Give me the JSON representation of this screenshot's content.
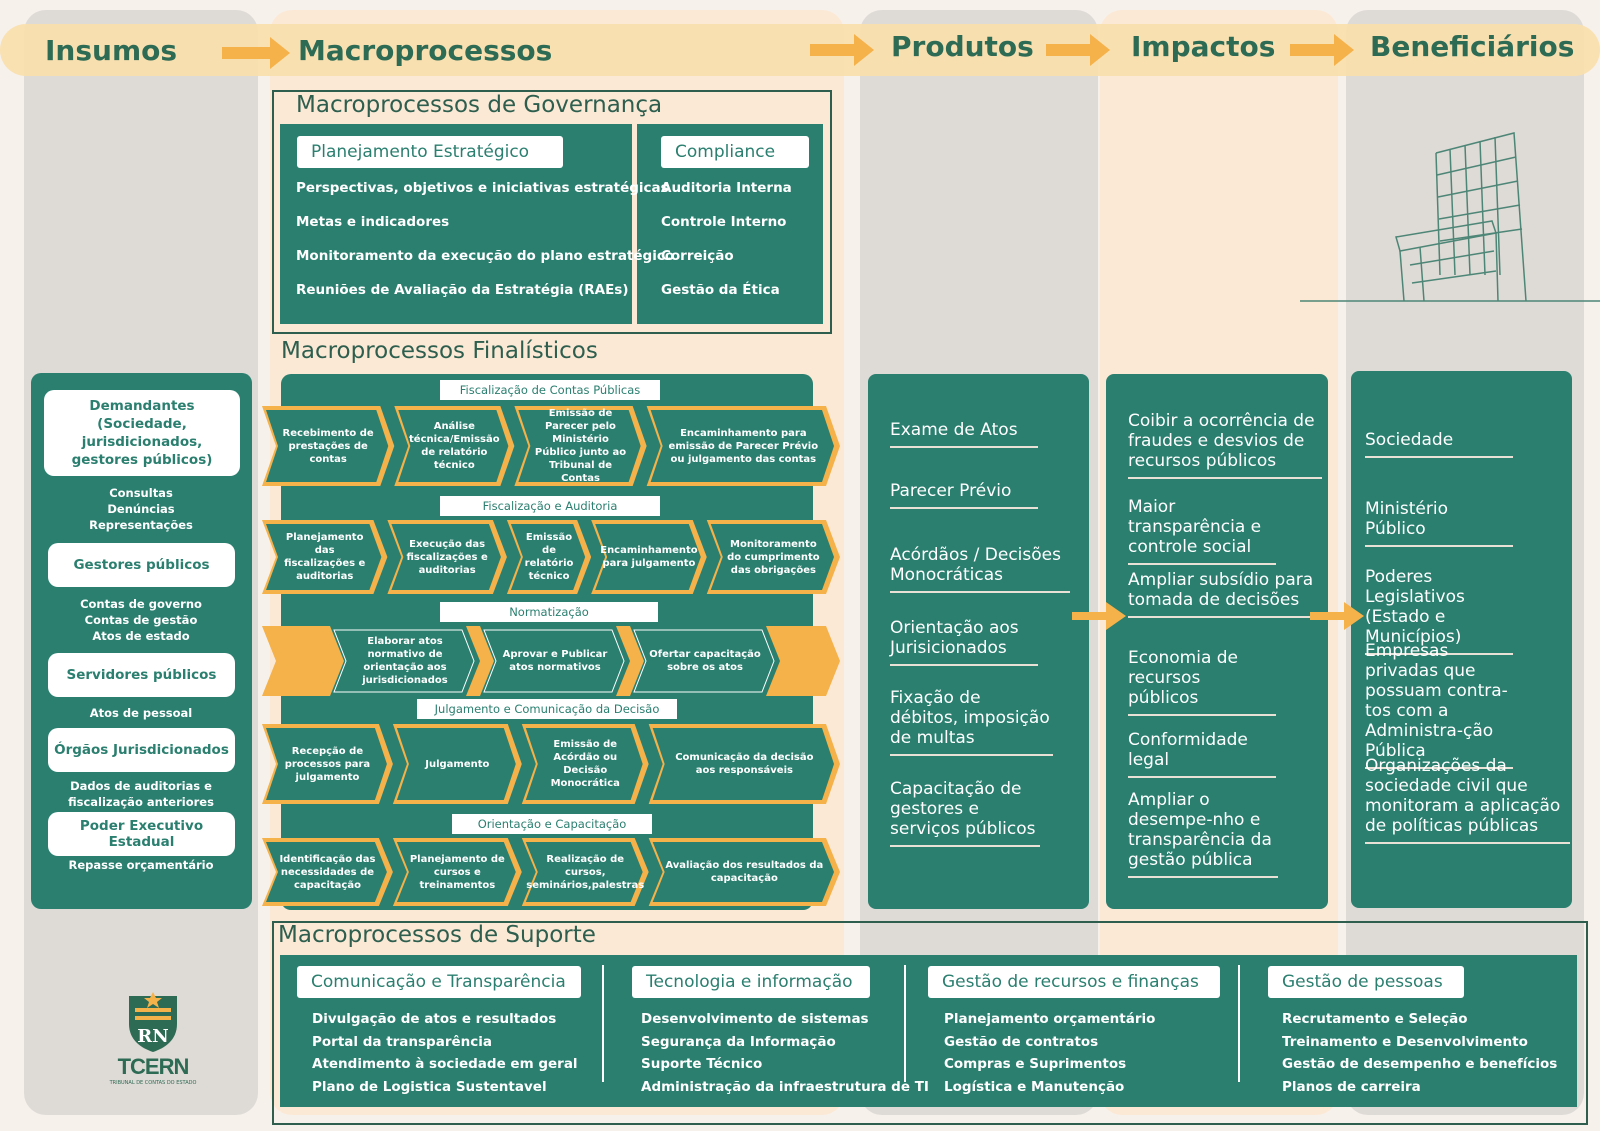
{
  "header": {
    "insumos": "Insumos",
    "macroprocessos": "Macroprocessos",
    "produtos": "Produtos",
    "impactos": "Impactos",
    "beneficiarios": "Beneficiários"
  },
  "governanca": {
    "title": "Macroprocessos de Governança",
    "planejamento": {
      "label": "Planejamento Estratégico",
      "items": [
        "Perspectivas, objetivos e iniciativas estratégicas",
        "Metas e indicadores",
        "Monitoramento da execução do plano estratégico",
        "Reuniões de Avaliação da Estratégia (RAEs)"
      ]
    },
    "compliance": {
      "label": "Compliance",
      "items": [
        "Auditoria Interna",
        "Controle Interno",
        "Correição",
        "Gestão da Ética"
      ]
    }
  },
  "finalisticos": {
    "title": "Macroprocessos Finalísticos",
    "groups": [
      {
        "label": "Fiscalização de Contas Públicas",
        "stages": [
          "Recebimento de prestações de contas",
          "Análise técnica/Emissão de relatório técnico",
          "Emissão de Parecer pelo Ministério Público junto ao Tribunal de Contas",
          "Encaminhamento para emissão de Parecer Prévio ou julgamento das contas"
        ]
      },
      {
        "label": "Fiscalização e Auditoria",
        "stages": [
          "Planejamento das fiscalizações e auditorias",
          "Execução das fiscalizações e auditorias",
          "Emissão de relatório técnico",
          "Encaminhamento para julgamento",
          "Monitoramento do cumprimento das obrigações"
        ]
      },
      {
        "label": "Normatização",
        "stages": [
          "Elaborar atos normativo de orientação aos jurisdicionados",
          "Aprovar e Publicar atos normativos",
          "Ofertar capacitação sobre os atos"
        ]
      },
      {
        "label": "Julgamento e Comunicação da Decisão",
        "stages": [
          "Recepção de processos para julgamento",
          "Julgamento",
          "Emissão de Acórdão ou Decisão Monocrática",
          "Comunicação da decisão aos responsáveis"
        ]
      },
      {
        "label": "Orientação e Capacitação",
        "stages": [
          "Identificação das necessidades de capacitação",
          "Planejamento de cursos e treinamentos",
          "Realização de cursos, seminários,palestras",
          "Avaliação dos resultados da capacitação"
        ]
      }
    ]
  },
  "insumos": {
    "items": [
      {
        "label": "Demandantes (Sociedade, jurisdicionados, gestores públicos)",
        "notes": "Consultas\nDenúncias\nRepresentações"
      },
      {
        "label": "Gestores públicos",
        "notes": "Contas de governo\nContas de gestão\nAtos de estado"
      },
      {
        "label": "Servidores públicos",
        "notes": "Atos de pessoal"
      },
      {
        "label": "Órgãos Jurisdicionados",
        "notes": "Dados de auditorias e\nfiscalização anteriores"
      },
      {
        "label": "Poder Executivo Estadual",
        "notes": "Repasse orçamentário"
      }
    ]
  },
  "produtos": [
    "Exame de Atos",
    "Parecer Prévio",
    "Acórdãos / Decisões Monocráticas",
    "Orientação aos Jurisicionados",
    "Fixação de débitos, imposição de multas",
    "Capacitação de gestores e serviços públicos"
  ],
  "impactos": [
    "Coibir a ocorrência de fraudes e desvios de recursos públicos",
    "Maior transparência e controle social",
    "Ampliar subsídio para tomada de decisões",
    "Economia de recursos públicos",
    "Conformidade legal",
    "Ampliar o desempe-nho e transparência da gestão pública"
  ],
  "beneficiarios": [
    "Sociedade",
    "Ministério Público",
    "Poderes Legislativos (Estado e Municípios)",
    "Empresas privadas que possuam contra-tos com a Administra-ção Pública",
    "Organizações da sociedade civil que monitoram a aplicação de políticas públicas"
  ],
  "suporte": {
    "title": "Macroprocessos de Suporte",
    "groups": [
      {
        "label": "Comunicação e Transparência",
        "items": [
          "Divulgação de atos e resultados",
          "Portal da transparência",
          "Atendimento à sociedade em geral",
          "Plano de Logistica Sustentavel"
        ]
      },
      {
        "label": "Tecnologia e informação",
        "items": [
          "Desenvolvimento de sistemas",
          "Segurança da Informação",
          "Suporte Técnico",
          "Administração da infraestrutura de TI"
        ]
      },
      {
        "label": "Gestão de recursos e finanças",
        "items": [
          "Planejamento orçamentário",
          "Gestão de contratos",
          "Compras e Suprimentos",
          "Logística e Manutenção"
        ]
      },
      {
        "label": "Gestão de pessoas",
        "items": [
          "Recrutamento e Seleção",
          "Treinamento e Desenvolvimento",
          "Gestão de desempenho e benefícios",
          "Planos de carreira"
        ]
      }
    ]
  },
  "logo": {
    "text": "TCERN",
    "tagline": "TRIBUNAL DE CONTAS DO ESTADO"
  },
  "colors": {
    "teal": "#2a7f6f",
    "orange": "#f5b14a",
    "peach": "#fbe9d6",
    "gray": "#dedad6",
    "header_text": "#2e6b55"
  }
}
